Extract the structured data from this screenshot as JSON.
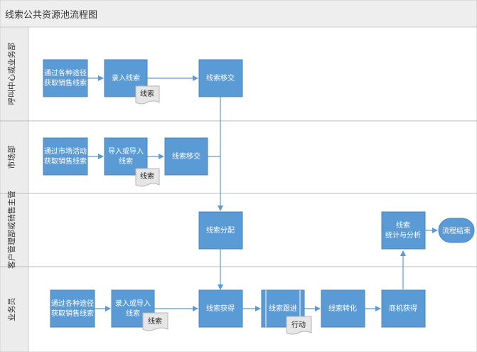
{
  "title": "线索公共资源池流程图",
  "lanes": [
    {
      "label": "呼叫中心或业务部"
    },
    {
      "label": "市场部"
    },
    {
      "label": "客户管理部或销售主管"
    },
    {
      "label": "业务员"
    }
  ],
  "nodes": {
    "n1": [
      "通过各种途径",
      "获取销售线索"
    ],
    "n2": [
      "录入线索"
    ],
    "n3": [
      "线索移交"
    ],
    "n4": [
      "通过市场活动",
      "获取销售线索"
    ],
    "n5": [
      "导入或导入",
      "线索"
    ],
    "n6": [
      "线索移交"
    ],
    "n7": [
      "线索分配"
    ],
    "n8": [
      "线索",
      "统计与分析"
    ],
    "n9": [
      "流程结束"
    ],
    "n10": [
      "通过各种途径",
      "获取销售线索"
    ],
    "n11": [
      "录入或导入",
      "线索"
    ],
    "n12": [
      "线索获得"
    ],
    "n13": [
      "线索跟进"
    ],
    "n14": [
      "线索转化"
    ],
    "n15": [
      "商机获得"
    ]
  },
  "docs": {
    "d1": "线索",
    "d2": "线索",
    "d3": "线索",
    "d4": "行动"
  },
  "colors": {
    "process": "#5b9bd5",
    "process_border": "#4a86c0",
    "lane_header": "#ececec",
    "title_bar": "#eeeeee",
    "arrow": "#5b9bd5",
    "doc_fill": "#e6e6e6"
  }
}
